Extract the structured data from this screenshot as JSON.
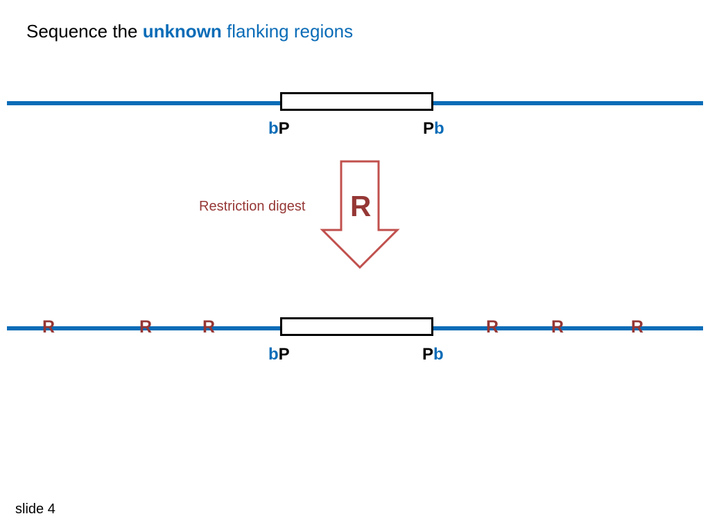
{
  "title": {
    "prefix": "Sequence the ",
    "bold_word": "unknown",
    "suffix": " flanking regions"
  },
  "top_construct": {
    "left_label": {
      "lower": "b",
      "upper": "P"
    },
    "right_label": {
      "upper": "P",
      "lower": "b"
    }
  },
  "digest": {
    "label": "Restriction digest",
    "enzyme": "R"
  },
  "bottom_construct": {
    "sites": [
      "R",
      "R",
      "R",
      "R",
      "R",
      "R"
    ],
    "left_label": {
      "lower": "b",
      "upper": "P"
    },
    "right_label": {
      "upper": "P",
      "lower": "b"
    }
  },
  "colors": {
    "dna": "#0a6cb7",
    "restriction": "#953735",
    "arrow_fill": "#ffffff"
  },
  "footer": "slide 4"
}
